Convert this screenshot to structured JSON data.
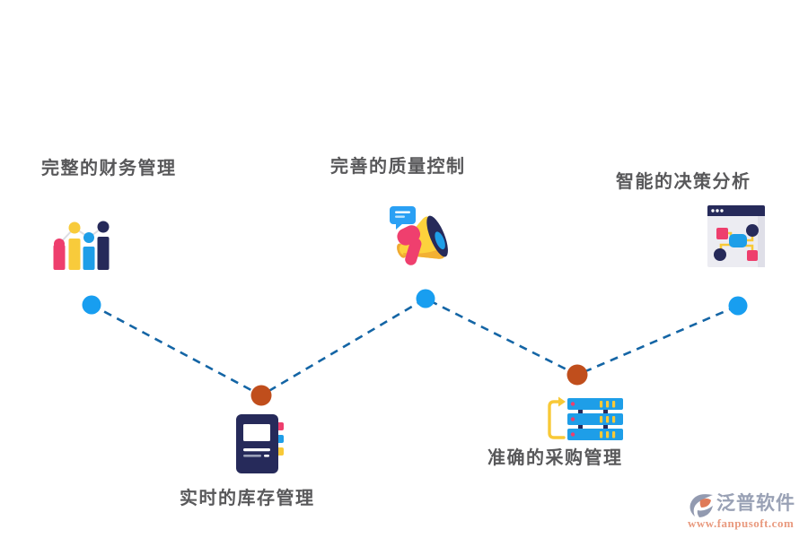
{
  "canvas": {
    "background": "#ffffff"
  },
  "features": [
    {
      "id": "finance",
      "label": "完整的财务管理",
      "icon": "bar-chart-icon"
    },
    {
      "id": "quality",
      "label": "完善的质量控制",
      "icon": "megaphone-icon"
    },
    {
      "id": "decision",
      "label": "智能的决策分析",
      "icon": "flowchart-window-icon"
    },
    {
      "id": "inventory",
      "label": "实时的库存管理",
      "icon": "notebook-icon"
    },
    {
      "id": "procurement",
      "label": "准确的采购管理",
      "icon": "server-sync-icon"
    }
  ],
  "timeline": {
    "style": "dashed",
    "line_color": "#1465a5",
    "nodes": [
      {
        "position": "peak",
        "color": "#189ef0"
      },
      {
        "position": "valley",
        "color": "#c04e1c"
      },
      {
        "position": "peak",
        "color": "#189ef0"
      },
      {
        "position": "valley",
        "color": "#c04e1c"
      },
      {
        "position": "peak",
        "color": "#189ef0"
      }
    ]
  },
  "palette": {
    "pink": "#ee3e6d",
    "yellow": "#f8cb3b",
    "blue": "#1e9ee8",
    "navy": "#262a5a",
    "label_text": "#58585a"
  },
  "watermark": {
    "brand": "泛普软件",
    "url": "www.fanpusoft.com",
    "brand_color": "#99a1b5",
    "url_color": "#e99a7f"
  }
}
